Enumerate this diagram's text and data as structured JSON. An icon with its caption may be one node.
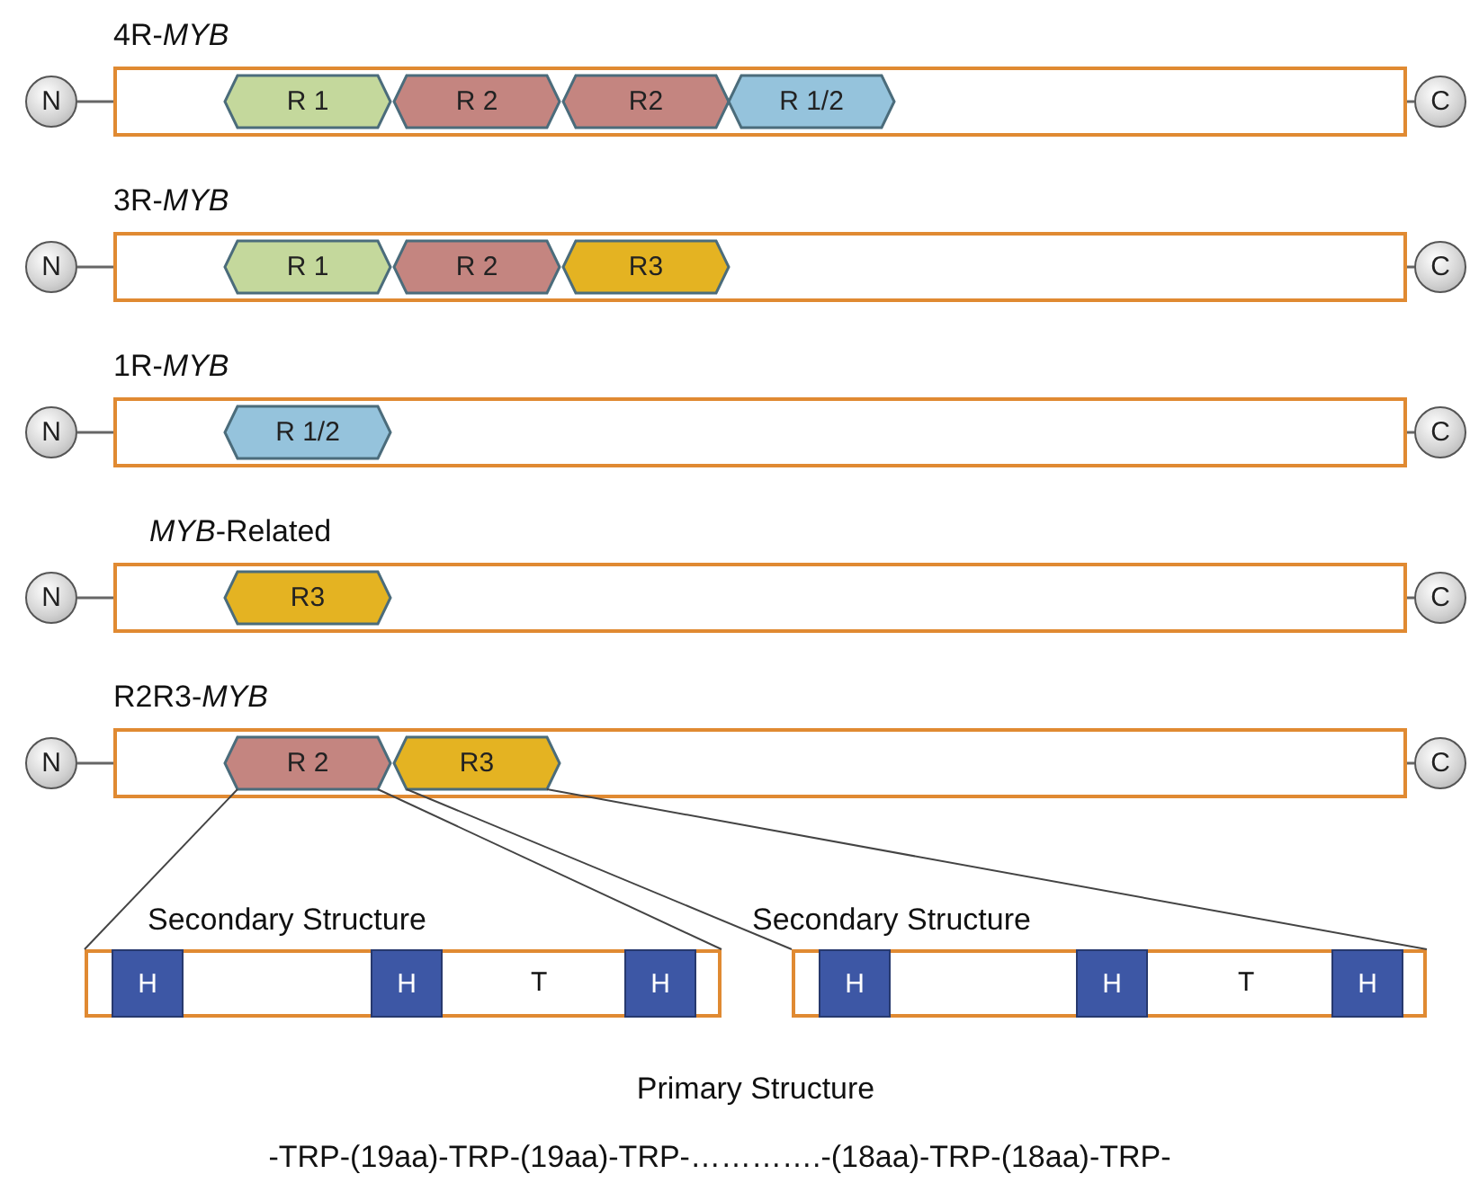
{
  "diagram": {
    "nodes": [
      {
        "text": [
          "N"
        ]
      },
      {
        "text": [
          "4R-*MYB*"
        ]
      },
      {
        "text": [
          "R 1"
        ],
        "in": 1
      },
      {
        "text": [
          "R 2"
        ],
        "in": 1
      },
      {
        "text": [
          "R2"
        ],
        "in": 1
      },
      {
        "text": [
          "R 1/2"
        ],
        "in": 1
      },
      {
        "text": [
          "C"
        ]
      },
      {
        "text": [
          "N"
        ]
      },
      {
        "text": [
          "3R-*MYB*"
        ]
      },
      {
        "text": [
          "R 1"
        ],
        "in": 8
      },
      {
        "text": [
          "R 2"
        ],
        "in": 8
      },
      {
        "text": [
          "R3"
        ],
        "in": 8
      },
      {
        "text": [
          "C"
        ]
      },
      {
        "text": [
          "N"
        ]
      },
      {
        "text": [
          "1R-*MYB*"
        ]
      },
      {
        "text": [
          "R 1/2"
        ],
        "in": 14
      },
      {
        "text": [
          "C"
        ]
      },
      {
        "text": [
          "N"
        ]
      },
      {
        "text": [
          "*MYB*-Related"
        ]
      },
      {
        "text": [
          "R3"
        ],
        "in": 18
      },
      {
        "text": [
          "C"
        ]
      },
      {
        "text": [
          "N"
        ]
      },
      {
        "text": [
          "R2R3-*MYB*"
        ]
      },
      {
        "text": [
          "R 2"
        ],
        "in": 22
      },
      {
        "text": [
          "R3"
        ],
        "in": 22
      },
      {
        "text": [
          "C"
        ]
      },
      {
        "text": [
          "Secondary Structure",
          "T"
        ]
      },
      {
        "text": [
          "H"
        ],
        "in": 26
      },
      {
        "text": [
          "H"
        ],
        "in": 26
      },
      {
        "text": [
          "H"
        ],
        "in": 26
      },
      {
        "text": [
          "Secondary Structure",
          "T"
        ]
      },
      {
        "text": [
          "H"
        ],
        "in": 30
      },
      {
        "text": [
          "H"
        ],
        "in": 30
      },
      {
        "text": [
          "H"
        ],
        "in": 30
      }
    ],
    "edges": [
      {
        "from": 0,
        "to": 1,
        "arrow": "none"
      },
      {
        "from": 1,
        "to": 6,
        "arrow": "none"
      },
      {
        "from": 7,
        "to": 8,
        "arrow": "none"
      },
      {
        "from": 8,
        "to": 12,
        "arrow": "none"
      },
      {
        "from": 13,
        "to": 14,
        "arrow": "none"
      },
      {
        "from": 14,
        "to": 16,
        "arrow": "none"
      },
      {
        "from": 17,
        "to": 18,
        "arrow": "none"
      },
      {
        "from": 18,
        "to": 20,
        "arrow": "none"
      },
      {
        "from": 21,
        "to": 22,
        "arrow": "none"
      },
      {
        "from": 22,
        "to": 25,
        "arrow": "none"
      },
      {
        "from": 23,
        "to": 26,
        "arrow": "none"
      },
      {
        "from": 23,
        "to": 26,
        "arrow": "none"
      },
      {
        "from": 24,
        "to": 30,
        "arrow": "none"
      },
      {
        "from": 24,
        "to": 30,
        "arrow": "none"
      }
    ],
    "labels": [
      "Primary Structure",
      "-TRP-(19aa)-TRP-(19aa)-TRP-………….-(18aa)-TRP-(18aa)-TRP-"
    ]
  }
}
